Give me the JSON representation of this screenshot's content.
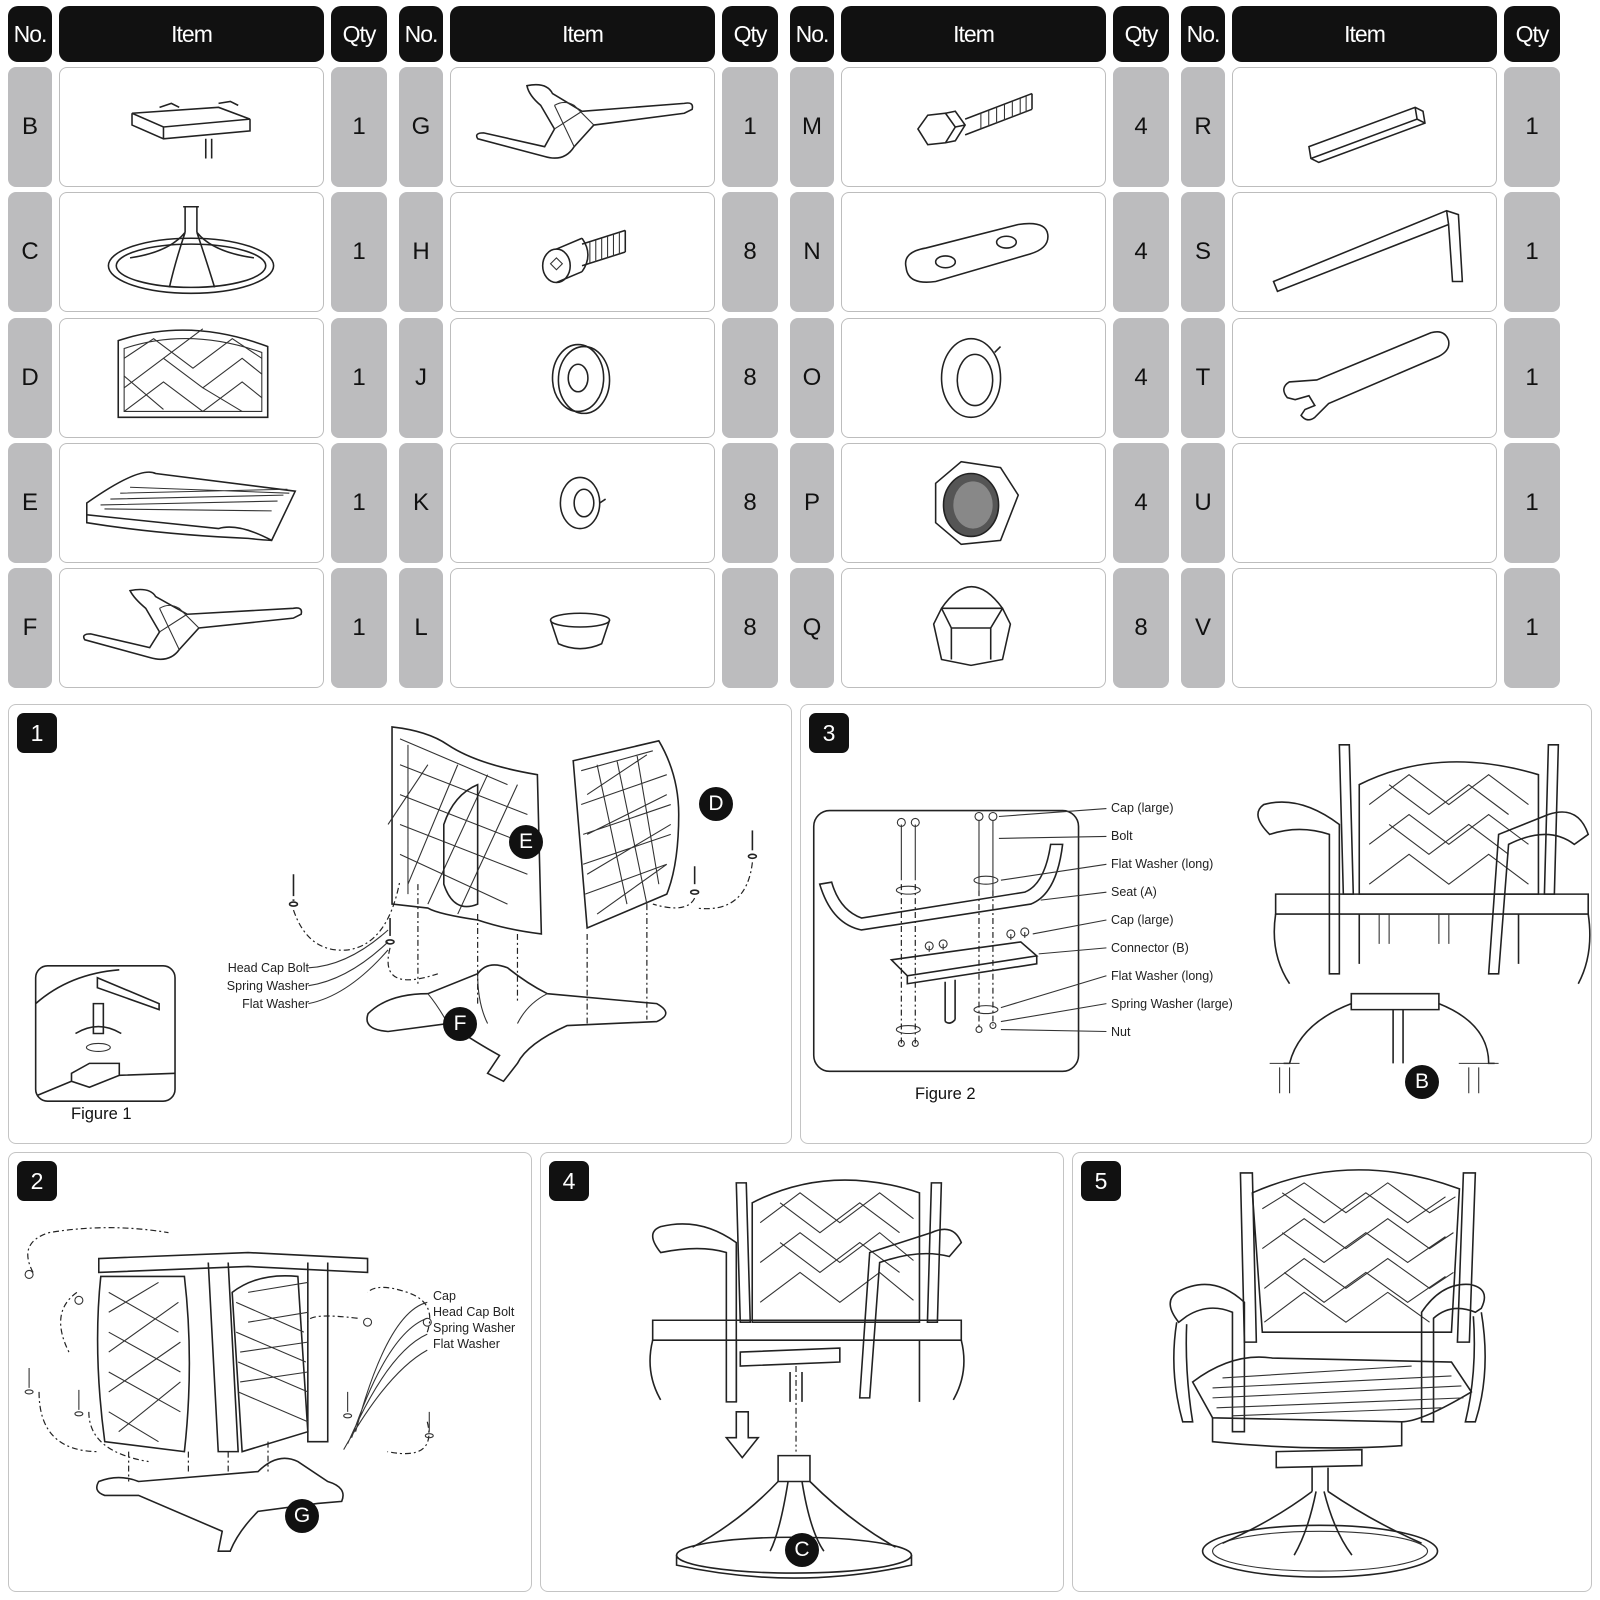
{
  "headers": {
    "no": "No.",
    "item": "Item",
    "qty": "Qty"
  },
  "parts": [
    [
      {
        "no": "B",
        "qty": "1",
        "icon": "swivel-plate-icon"
      },
      {
        "no": "C",
        "qty": "1",
        "icon": "swivel-base-icon"
      },
      {
        "no": "D",
        "qty": "1",
        "icon": "backrest-icon"
      },
      {
        "no": "E",
        "qty": "1",
        "icon": "seat-icon"
      },
      {
        "no": "F",
        "qty": "1",
        "icon": "side-frame-icon"
      }
    ],
    [
      {
        "no": "G",
        "qty": "1",
        "icon": "side-frame-icon"
      },
      {
        "no": "H",
        "qty": "8",
        "icon": "head-cap-bolt-icon"
      },
      {
        "no": "J",
        "qty": "8",
        "icon": "flat-washer-icon"
      },
      {
        "no": "K",
        "qty": "8",
        "icon": "spring-washer-icon"
      },
      {
        "no": "L",
        "qty": "8",
        "icon": "cap-icon"
      }
    ],
    [
      {
        "no": "M",
        "qty": "4",
        "icon": "hex-bolt-icon"
      },
      {
        "no": "N",
        "qty": "4",
        "icon": "flat-washer-long-icon"
      },
      {
        "no": "O",
        "qty": "4",
        "icon": "spring-washer-large-icon"
      },
      {
        "no": "P",
        "qty": "4",
        "icon": "hex-nut-icon"
      },
      {
        "no": "Q",
        "qty": "8",
        "icon": "cap-nut-icon"
      }
    ],
    [
      {
        "no": "R",
        "qty": "1",
        "icon": "rod-icon"
      },
      {
        "no": "S",
        "qty": "1",
        "icon": "allen-key-icon"
      },
      {
        "no": "T",
        "qty": "1",
        "icon": "wrench-icon"
      },
      {
        "no": "U",
        "qty": "1",
        "icon": ""
      },
      {
        "no": "V",
        "qty": "1",
        "icon": ""
      }
    ]
  ],
  "steps": {
    "s1": {
      "num": "1",
      "labels": [
        "Head Cap Bolt",
        "Spring Washer",
        "Flat Washer"
      ],
      "callouts": [
        "E",
        "D",
        "F"
      ],
      "figure": "Figure 1"
    },
    "s3": {
      "num": "3",
      "labels": [
        "Cap (large)",
        "Bolt",
        "Flat Washer (long)",
        "Seat (A)",
        "Cap (large)",
        "Connector (B)",
        "Flat Washer (long)",
        "Spring Washer (large)",
        "Nut"
      ],
      "callouts": [
        "B"
      ],
      "figure": "Figure 2"
    },
    "s2": {
      "num": "2",
      "labels": [
        "Cap",
        "Head Cap Bolt",
        "Spring Washer",
        "Flat Washer"
      ],
      "callouts": [
        "G"
      ]
    },
    "s4": {
      "num": "4",
      "callouts": [
        "C"
      ]
    },
    "s5": {
      "num": "5"
    }
  }
}
